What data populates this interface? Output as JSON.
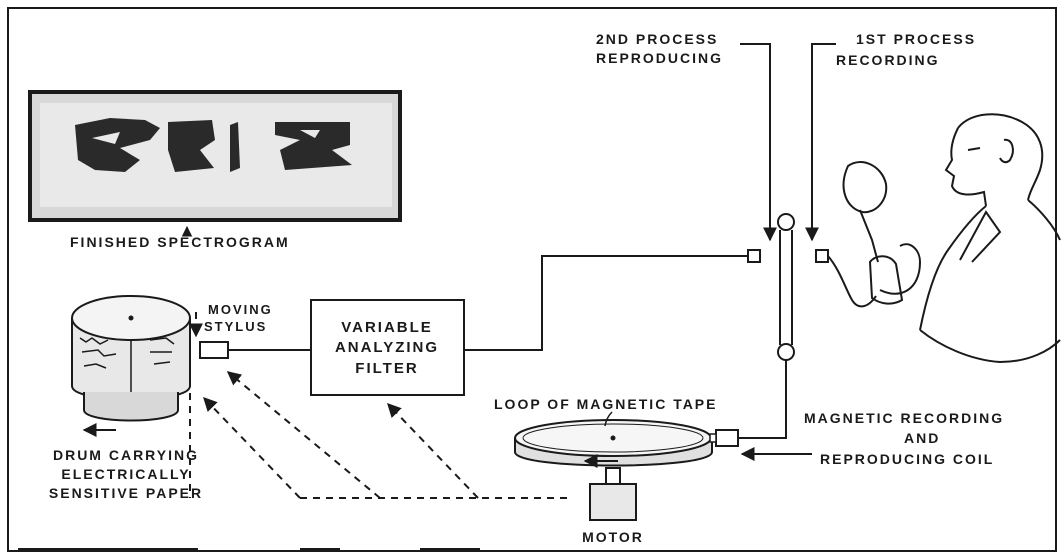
{
  "labels": {
    "process2_line1": "2ND PROCESS",
    "process2_line2": "REPRODUCING",
    "process1_line1": "1ST PROCESS",
    "process1_line2": "RECORDING",
    "spectrogram": "FINISHED SPECTROGRAM",
    "stylus_line1": "MOVING",
    "stylus_line2": "STYLUS",
    "filter_line1": "VARIABLE",
    "filter_line2": "ANALYZING",
    "filter_line3": "FILTER",
    "tape": "LOOP OF MAGNETIC TAPE",
    "coil_line1": "MAGNETIC RECORDING",
    "coil_line2": "AND",
    "coil_line3": "REPRODUCING COIL",
    "drum_line1": "DRUM CARRYING",
    "drum_line2": "ELECTRICALLY",
    "drum_line3": "SENSITIVE PAPER",
    "motor": "MOTOR"
  }
}
